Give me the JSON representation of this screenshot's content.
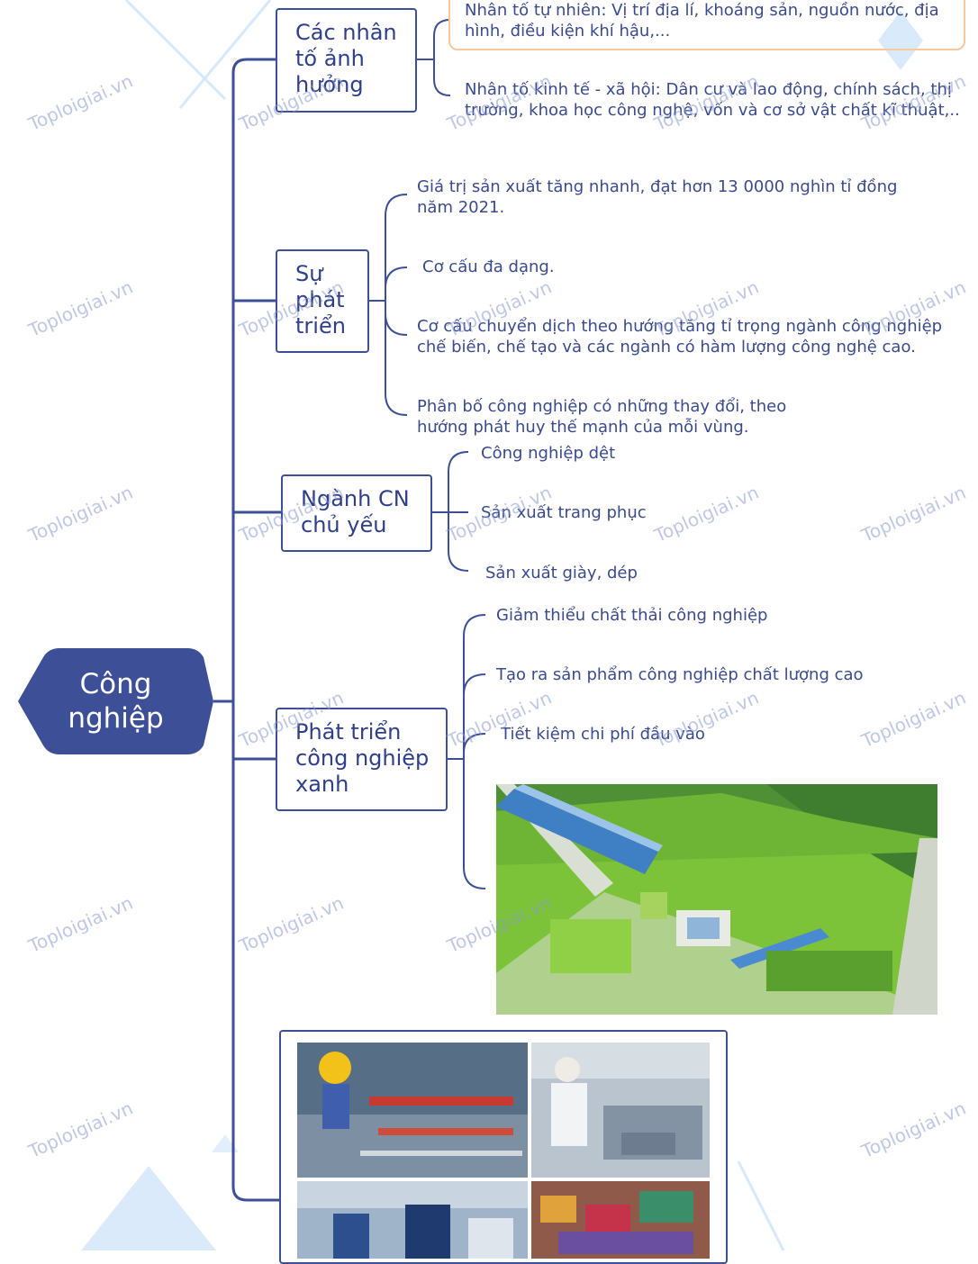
{
  "root": {
    "label": "Công\nnghiệp"
  },
  "branches": [
    {
      "label": "Các nhân\ntố ảnh\nhưởng",
      "items": [
        "Nhân tố tự nhiên: Vị trí địa lí, khoáng sản, nguồn nước, địa\nhình, điều kiện khí hậu,...",
        "Nhân tố kinh tế - xã hội: Dân cư và lao động, chính sách, thị\ntrường, khoa học công nghệ, vốn và cơ sở vật chất kĩ thuật,.."
      ]
    },
    {
      "label": "Sự\nphát\ntriển",
      "items": [
        "Giá trị sản xuất tăng nhanh, đạt hơn 13 0000 nghìn tỉ đồng\nnăm 2021.",
        "Cơ cấu đa dạng.",
        "Cơ cấu chuyển dịch theo hướng tăng tỉ trọng ngành công nghiệp\nchế biến, chế tạo và các ngành có hàm lượng công nghệ cao.",
        "Phân bố công nghiệp có những thay đổi, theo\nhướng phát huy thế mạnh của mỗi vùng."
      ]
    },
    {
      "label": "Ngành CN\nchủ yếu",
      "items": [
        "Công nghiệp dệt",
        "Sản xuất trang phục",
        "Sản xuất giày, dép"
      ]
    },
    {
      "label": "Phát triển\ncông nghiệp\nxanh",
      "items": [
        "Giảm thiểu chất thải công nghiệp",
        "Tạo ra sản phẩm công nghiệp chất lượng cao",
        "Tiết kiệm chi phí đầu vào"
      ]
    }
  ],
  "watermark": "Toploigiai.vn",
  "colors": {
    "primary": "#3d4f97",
    "text": "#2f3f8a",
    "highlight": "#f6c89a"
  }
}
